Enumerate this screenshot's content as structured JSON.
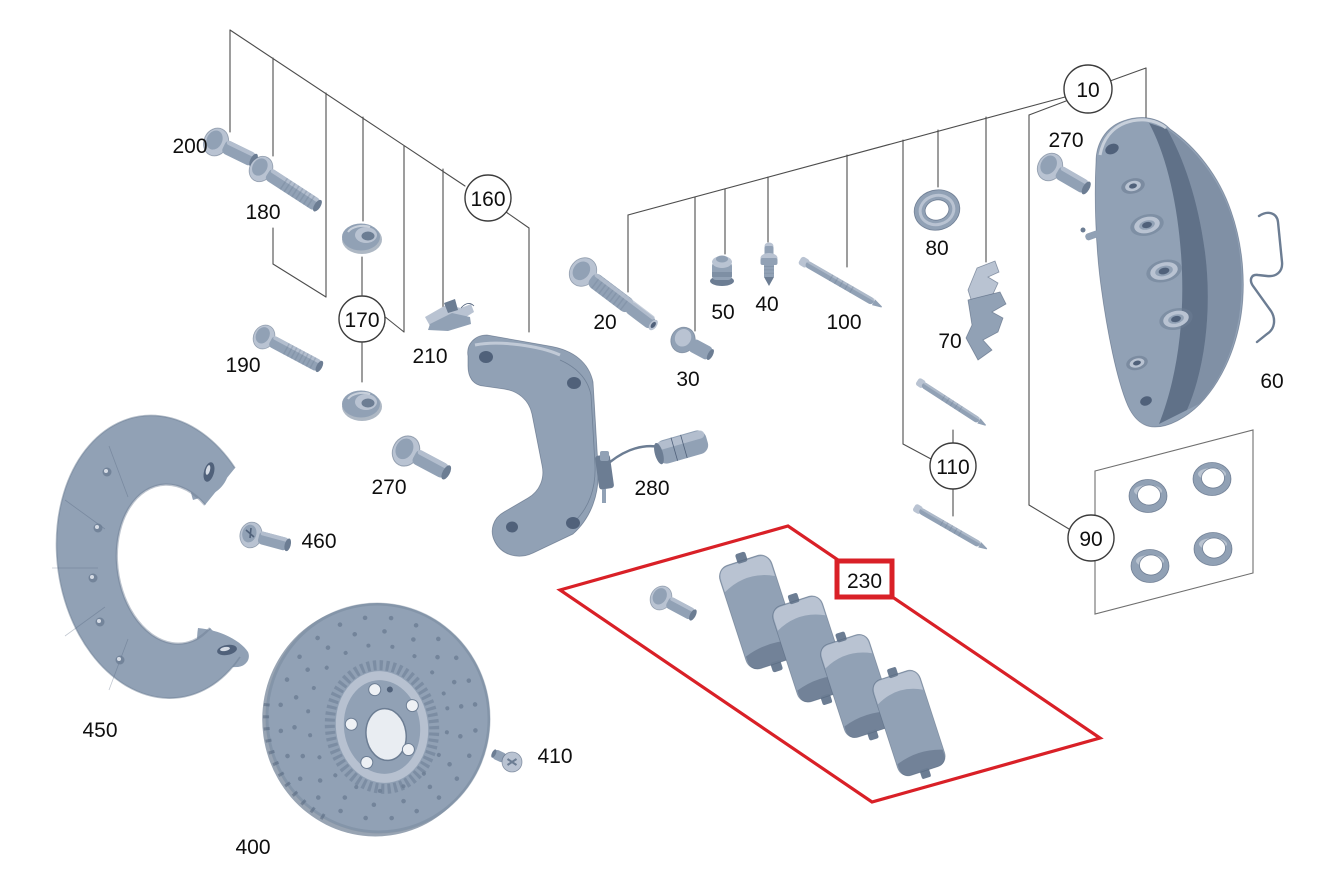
{
  "colors": {
    "background": "#ffffff",
    "accent_red": "#d92027",
    "line": "#4d4d4d",
    "label_text": "#0f0f0f",
    "part_base": "#91a1b5",
    "part_light": "#b9c3d2",
    "part_xlight": "#d6dce5",
    "part_dark": "#6c7d93",
    "part_xdark": "#50617a"
  },
  "diagram": {
    "highlighted_part": "230",
    "labels": {
      "p10": {
        "text": "10",
        "style": "circled"
      },
      "p20": {
        "text": "20",
        "style": "plain"
      },
      "p30": {
        "text": "30",
        "style": "plain"
      },
      "p40": {
        "text": "40",
        "style": "plain"
      },
      "p50": {
        "text": "50",
        "style": "plain"
      },
      "p60": {
        "text": "60",
        "style": "plain"
      },
      "p70": {
        "text": "70",
        "style": "plain"
      },
      "p80": {
        "text": "80",
        "style": "plain"
      },
      "p90": {
        "text": "90",
        "style": "circled"
      },
      "p100": {
        "text": "100",
        "style": "plain"
      },
      "p110": {
        "text": "110",
        "style": "circled"
      },
      "p160": {
        "text": "160",
        "style": "circled"
      },
      "p170": {
        "text": "170",
        "style": "circled"
      },
      "p180": {
        "text": "180",
        "style": "plain"
      },
      "p190": {
        "text": "190",
        "style": "plain"
      },
      "p200": {
        "text": "200",
        "style": "plain"
      },
      "p210": {
        "text": "210",
        "style": "plain"
      },
      "p230": {
        "text": "230",
        "style": "boxed-red"
      },
      "p270_left": {
        "text": "270",
        "style": "plain"
      },
      "p270_right": {
        "text": "270",
        "style": "plain"
      },
      "p280": {
        "text": "280",
        "style": "plain"
      },
      "p400": {
        "text": "400",
        "style": "plain"
      },
      "p410": {
        "text": "410",
        "style": "plain"
      },
      "p450": {
        "text": "450",
        "style": "plain"
      },
      "p460": {
        "text": "460",
        "style": "plain"
      }
    }
  }
}
